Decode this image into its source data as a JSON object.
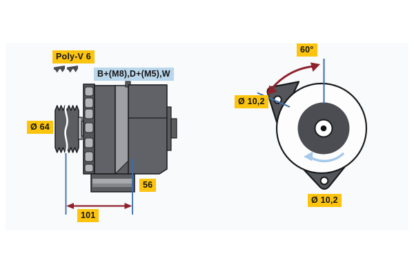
{
  "side_view": {
    "belt_label": "Poly-V 6",
    "pulley_diameter_label": "Ø 64",
    "terminal_label": "B+(M8),D+(M5),W",
    "dim_rear_label": "56",
    "dim_mount_label": "101"
  },
  "front_view": {
    "angle_label": "60°",
    "upper_hole_label": "Ø 10,2",
    "lower_hole_label": "Ø 10,2"
  },
  "icons": {
    "belt_profile": "poly-v-belt-profile-icon",
    "rotation": "counterclockwise-rotation-arrow"
  },
  "colors": {
    "dimension_label_bg": "#fcc40f",
    "terminal_label_bg": "#b9d6ea",
    "extension_line": "#3a6cab",
    "dimension_arrow": "#8e222c",
    "rotation_arrow": "#a4c9ea",
    "body_dark": "#606267",
    "body_darker": "#54565a",
    "body_light": "#9da0a4",
    "slot_light": "#b3b5b8",
    "outline": "#1a1b1d",
    "canvas_bg": "#f8fafc"
  }
}
